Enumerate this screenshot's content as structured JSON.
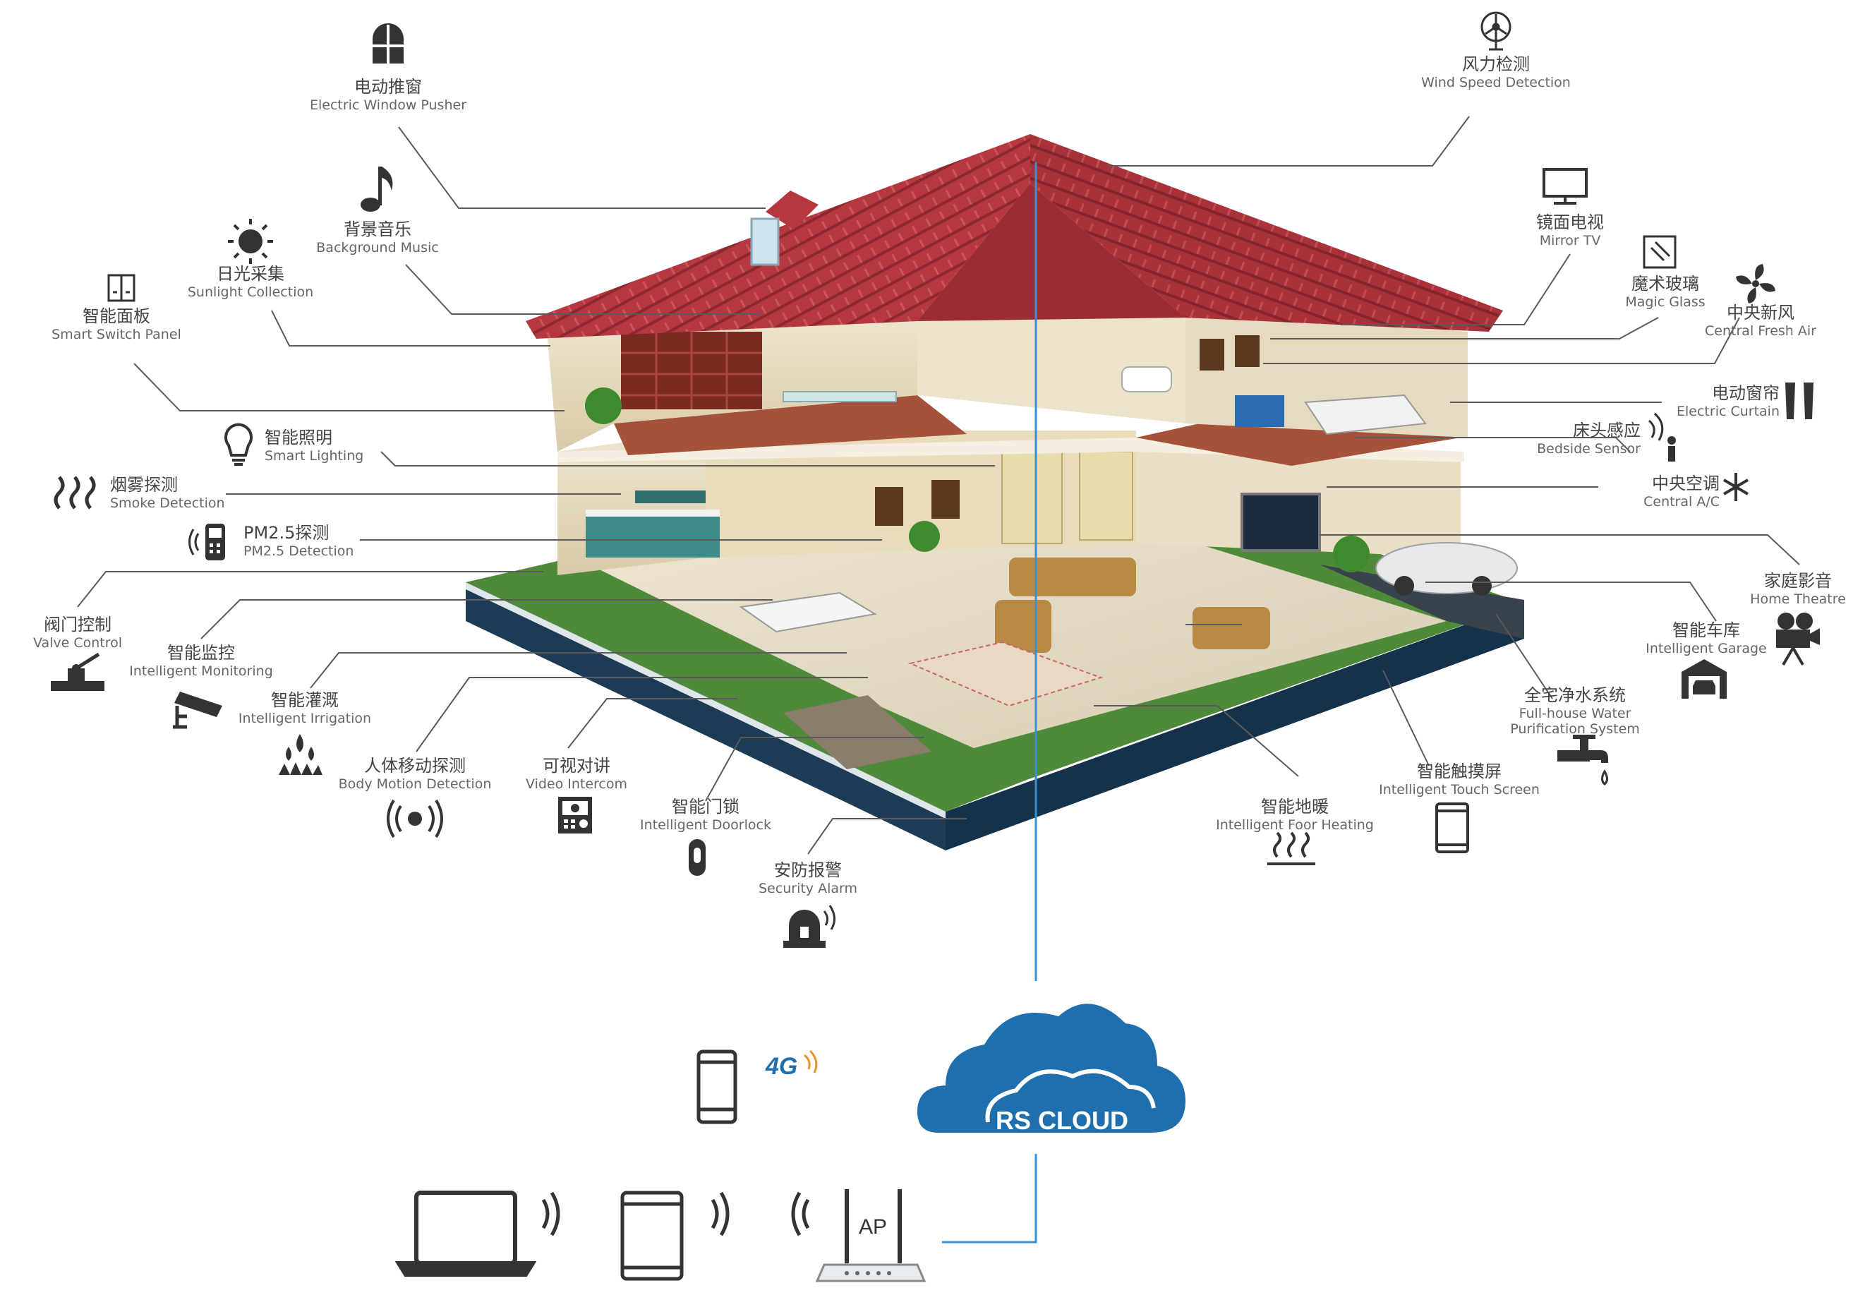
{
  "features": [
    {
      "id": "electric-window-pusher",
      "zh": "电动推窗",
      "en": "Electric Window Pusher",
      "icon": "window-icon"
    },
    {
      "id": "background-music",
      "zh": "背景音乐",
      "en": "Background Music",
      "icon": "music-note-icon"
    },
    {
      "id": "sunlight-collection",
      "zh": "日光采集",
      "en": "Sunlight Collection",
      "icon": "sun-icon"
    },
    {
      "id": "smart-switch-panel",
      "zh": "智能面板",
      "en": "Smart Switch Panel",
      "icon": "switch-panel-icon"
    },
    {
      "id": "smart-lighting",
      "zh": "智能照明",
      "en": "Smart Lighting",
      "icon": "light-bulb-icon"
    },
    {
      "id": "smoke-detection",
      "zh": "烟雾探测",
      "en": "Smoke Detection",
      "icon": "smoke-icon"
    },
    {
      "id": "pm25-detection",
      "zh": "PM2.5探测",
      "en": "PM2.5 Detection",
      "icon": "pm25-detector-icon"
    },
    {
      "id": "valve-control",
      "zh": "阀门控制",
      "en": "Valve Control",
      "icon": "valve-icon"
    },
    {
      "id": "intelligent-monitoring",
      "zh": "智能监控",
      "en": "Intelligent Monitoring",
      "icon": "cctv-camera-icon"
    },
    {
      "id": "intelligent-irrigation",
      "zh": "智能灌溉",
      "en": "Intelligent Irrigation",
      "icon": "irrigation-icon"
    },
    {
      "id": "body-motion-detection",
      "zh": "人体移动探测",
      "en": "Body Motion Detection",
      "icon": "motion-sensor-icon"
    },
    {
      "id": "video-intercom",
      "zh": "可视对讲",
      "en": "Video Intercom",
      "icon": "intercom-icon"
    },
    {
      "id": "intelligent-doorlock",
      "zh": "智能门锁",
      "en": "Intelligent Doorlock",
      "icon": "door-lock-icon"
    },
    {
      "id": "security-alarm",
      "zh": "安防报警",
      "en": "Security Alarm",
      "icon": "alarm-siren-icon"
    },
    {
      "id": "wind-speed-detection",
      "zh": "风力检测",
      "en": "Wind Speed Detection",
      "icon": "wind-turbine-icon"
    },
    {
      "id": "mirror-tv",
      "zh": "镜面电视",
      "en": "Mirror TV",
      "icon": "tv-icon"
    },
    {
      "id": "magic-glass",
      "zh": "魔术玻璃",
      "en": "Magic Glass",
      "icon": "glass-icon"
    },
    {
      "id": "central-fresh-air",
      "zh": "中央新风",
      "en": "Central Fresh Air",
      "icon": "fan-icon"
    },
    {
      "id": "electric-curtain",
      "zh": "电动窗帘",
      "en": "Electric Curtain",
      "icon": "curtain-icon"
    },
    {
      "id": "bedside-sensor",
      "zh": "床头感应",
      "en": "Bedside Sensor",
      "icon": "bedside-sensor-icon"
    },
    {
      "id": "central-ac",
      "zh": "中央空调",
      "en": "Central A/C",
      "icon": "snowflake-icon"
    },
    {
      "id": "home-theatre",
      "zh": "家庭影音",
      "en": "Home Theatre",
      "icon": "film-camera-icon"
    },
    {
      "id": "intelligent-garage",
      "zh": "智能车库",
      "en": "Intelligent Garage",
      "icon": "garage-icon"
    },
    {
      "id": "water-purification",
      "zh": "全宅净水系统",
      "en": "Full-house Water",
      "en2": "Purification System",
      "icon": "faucet-icon"
    },
    {
      "id": "intelligent-touch-screen",
      "zh": "智能触摸屏",
      "en": "Intelligent Touch Screen",
      "icon": "touch-screen-icon"
    },
    {
      "id": "intelligent-floor-heating",
      "zh": "智能地暖",
      "en": "Intelligent Foor Heating",
      "icon": "floor-heating-icon"
    }
  ],
  "network": {
    "cloud_label": "RS CLOUD",
    "router_label": "AP",
    "mobile_label": "4G"
  },
  "colors": {
    "cloud": "#1f6fae",
    "roof": "#b5373f",
    "grass": "#4f8a3a",
    "line": "#5a5a5a",
    "link": "#3a8fd0",
    "icon": "#333333"
  }
}
